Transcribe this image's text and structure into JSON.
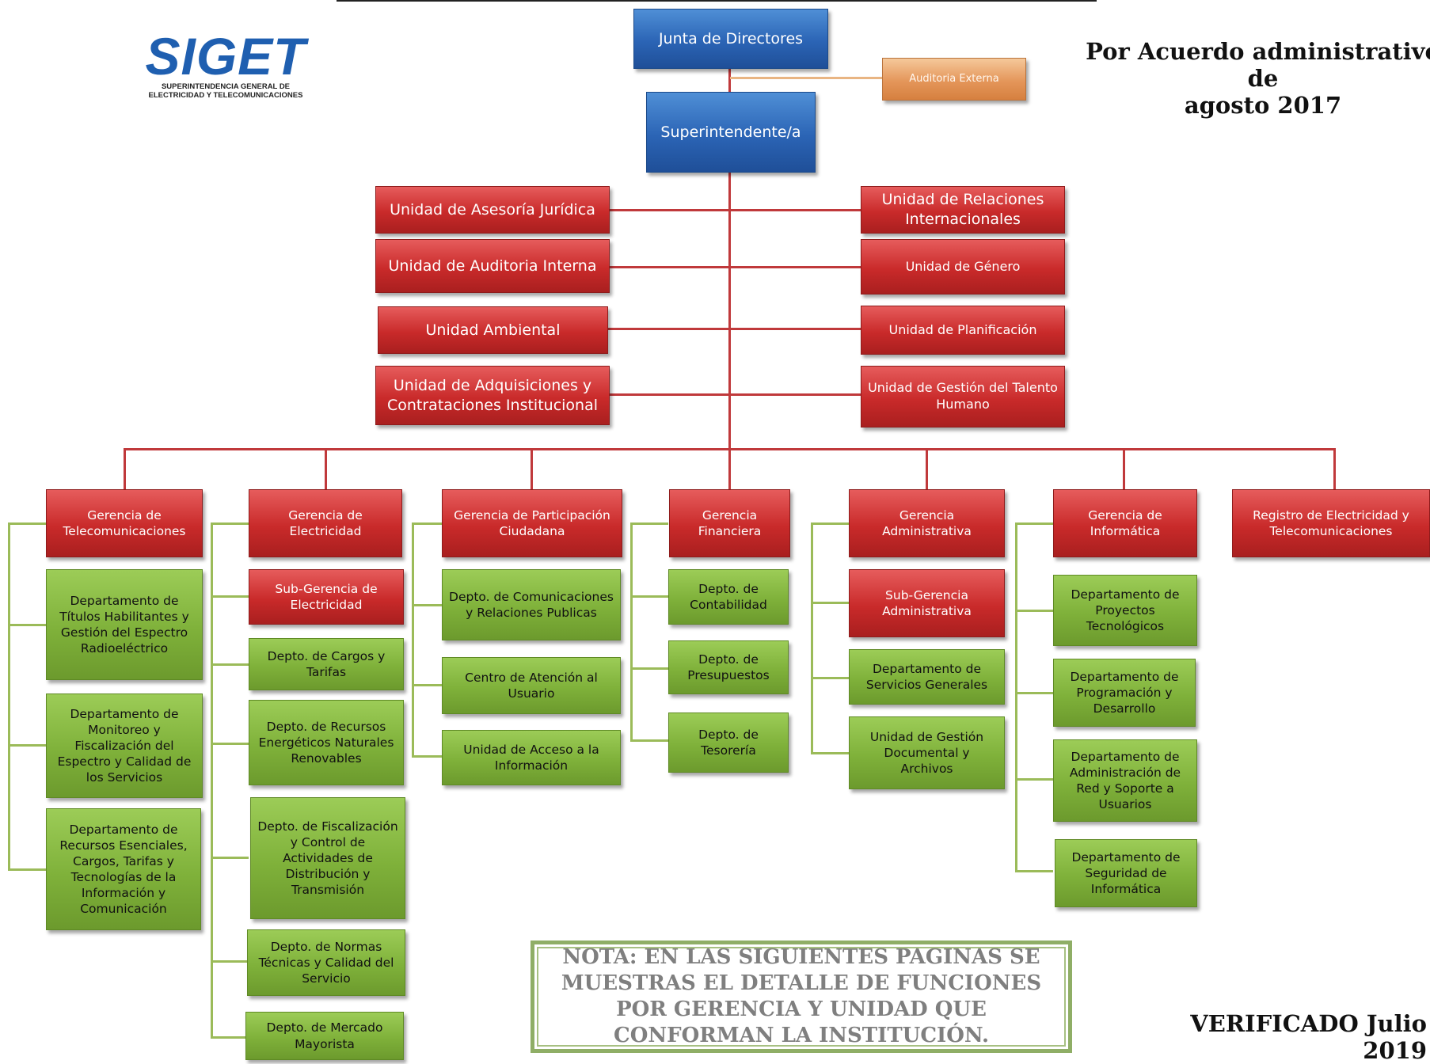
{
  "logo": {
    "name": "SIGET",
    "subtitle_line1": "SUPERINTENDENCIA GENERAL DE",
    "subtitle_line2": "ELECTRICIDAD Y TELECOMUNICACIONES"
  },
  "header_note": {
    "line1": "Por Acuerdo administrativo de",
    "line2": "agosto 2017"
  },
  "top": {
    "junta": "Junta de Directores",
    "auditoria_externa": "Auditoria Externa",
    "superintendente": "Superintendente/a"
  },
  "staff_left": [
    "Unidad de Asesoría Jurídica",
    "Unidad de Auditoria Interna",
    "Unidad Ambiental",
    "Unidad de Adquisiciones y Contrataciones Institucional"
  ],
  "staff_right": [
    "Unidad de Relaciones Internacionales",
    "Unidad de Género",
    "Unidad de Planificación",
    "Unidad de Gestión del Talento Humano"
  ],
  "gerencias": [
    {
      "title": "Gerencia de Telecomunicaciones",
      "children": [
        "Departamento de Títulos Habilitantes y Gestión del Espectro Radioeléctrico",
        "Departamento de Monitoreo y Fiscalización del Espectro y Calidad de los Servicios",
        "Departamento de Recursos Esenciales, Cargos, Tarifas y Tecnologías de la Información y Comunicación"
      ]
    },
    {
      "title": "Gerencia de Electricidad",
      "sub": "Sub-Gerencia de Electricidad",
      "children": [
        "Depto. de Cargos y Tarifas",
        "Depto. de Recursos Energéticos Naturales Renovables",
        "Depto. de Fiscalización y Control de Actividades de Distribución y Transmisión",
        "Depto. de Normas Técnicas y Calidad del Servicio",
        "Depto. de Mercado Mayorista"
      ]
    },
    {
      "title": "Gerencia de Participación Ciudadana",
      "children": [
        "Depto. de Comunicaciones y Relaciones Publicas",
        "Centro de Atención al Usuario",
        "Unidad de Acceso a la Información"
      ]
    },
    {
      "title": "Gerencia Financiera",
      "children": [
        "Depto. de Contabilidad",
        "Depto. de Presupuestos",
        "Depto. de Tesorería"
      ]
    },
    {
      "title": "Gerencia Administrativa",
      "sub": "Sub-Gerencia Administrativa",
      "children": [
        "Departamento de Servicios Generales",
        "Unidad de Gestión Documental y Archivos"
      ]
    },
    {
      "title": "Gerencia de Informática",
      "children": [
        "Departamento de Proyectos Tecnológicos",
        "Departamento de Programación y Desarrollo",
        "Departamento de Administración de Red y Soporte a Usuarios",
        "Departamento de Seguridad de Informática"
      ]
    },
    {
      "title": "Registro de Electricidad y Telecomunicaciones",
      "children": []
    }
  ],
  "nota": "NOTA: EN LAS SIGUIENTES PAGINAS SE MUESTRAS EL DETALLE DE FUNCIONES POR GERENCIA Y UNIDAD QUE CONFORMAN LA INSTITUCIÓN.",
  "verificado": "VERIFICADO Julio 2019",
  "colors": {
    "blue": "#2b64b5",
    "red": "#c92a2a",
    "green": "#7fb13a",
    "orange": "#e4965a",
    "red_line": "#c0393b",
    "green_line": "#9bbb59"
  }
}
